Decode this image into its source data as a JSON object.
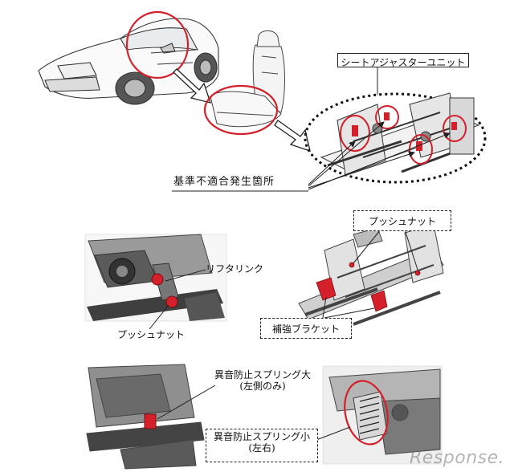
{
  "labels": {
    "seat_adjuster_unit": "シートアジャスターユニット",
    "nonconforming_location": "基準不適合発生箇所",
    "push_nut_top": "プッシュナット",
    "lifter_link": "リフタリンク",
    "push_nut_left": "プッシュナット",
    "reinforcement_bracket": "補強ブラケット",
    "spring_large_line1": "異音防止スプリング大",
    "spring_large_line2": "(左側のみ)",
    "spring_small_line1": "異音防止スプリング小",
    "spring_small_line2": "(左右)"
  },
  "watermark": "Response.",
  "colors": {
    "highlight_red": "#d4202a",
    "line": "#222222",
    "part_gray": "#8a8a8a",
    "dark_part": "#3a3a3a"
  },
  "icons": [
    "car-illustration",
    "seat-illustration",
    "seat-adjuster-unit-illustration",
    "lifter-link-closeup",
    "bracket-closeup",
    "spring-large-closeup",
    "spring-small-closeup"
  ]
}
